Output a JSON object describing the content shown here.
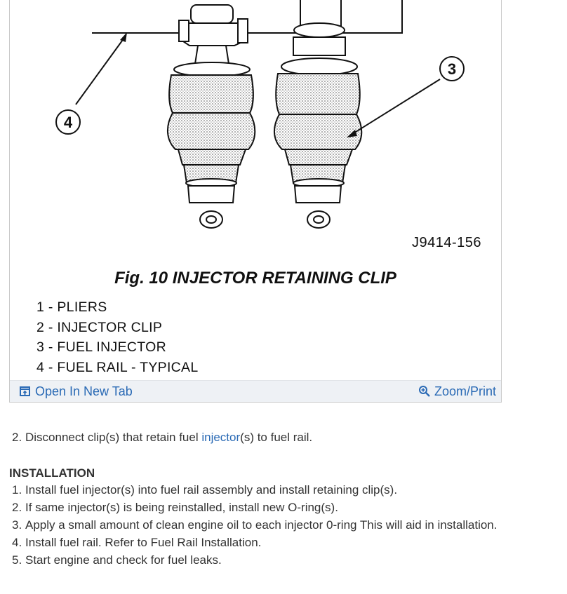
{
  "figure": {
    "figure_code": "J9414-156",
    "caption": "Fig. 10 INJECTOR RETAINING CLIP",
    "callouts": [
      "3",
      "4"
    ],
    "legend": [
      "1 - PLIERS",
      "2 - INJECTOR CLIP",
      "3 - FUEL INJECTOR",
      "4 - FUEL RAIL - TYPICAL"
    ]
  },
  "footer": {
    "open_new_tab_label": "Open In New Tab",
    "zoom_print_label": "Zoom/Print",
    "link_color": "#2a6ab5"
  },
  "removal_step": {
    "number": "2.",
    "text_before": "Disconnect clip(s) that retain fuel ",
    "link_text": "injector",
    "text_after": "(s) to fuel rail."
  },
  "installation": {
    "heading": "INSTALLATION",
    "steps": [
      {
        "number": "1.",
        "text": "Install fuel injector(s) into fuel rail assembly and install retaining clip(s)."
      },
      {
        "number": "2.",
        "text": "If same injector(s) is being reinstalled, install new O-ring(s)."
      },
      {
        "number": "3.",
        "text": "Apply a small amount of clean engine oil to each injector 0-ring This will aid in installation."
      },
      {
        "number": "4.",
        "text": "Install fuel rail. Refer to Fuel Rail Installation."
      },
      {
        "number": "5.",
        "text": "Start engine and check for fuel leaks."
      }
    ]
  }
}
